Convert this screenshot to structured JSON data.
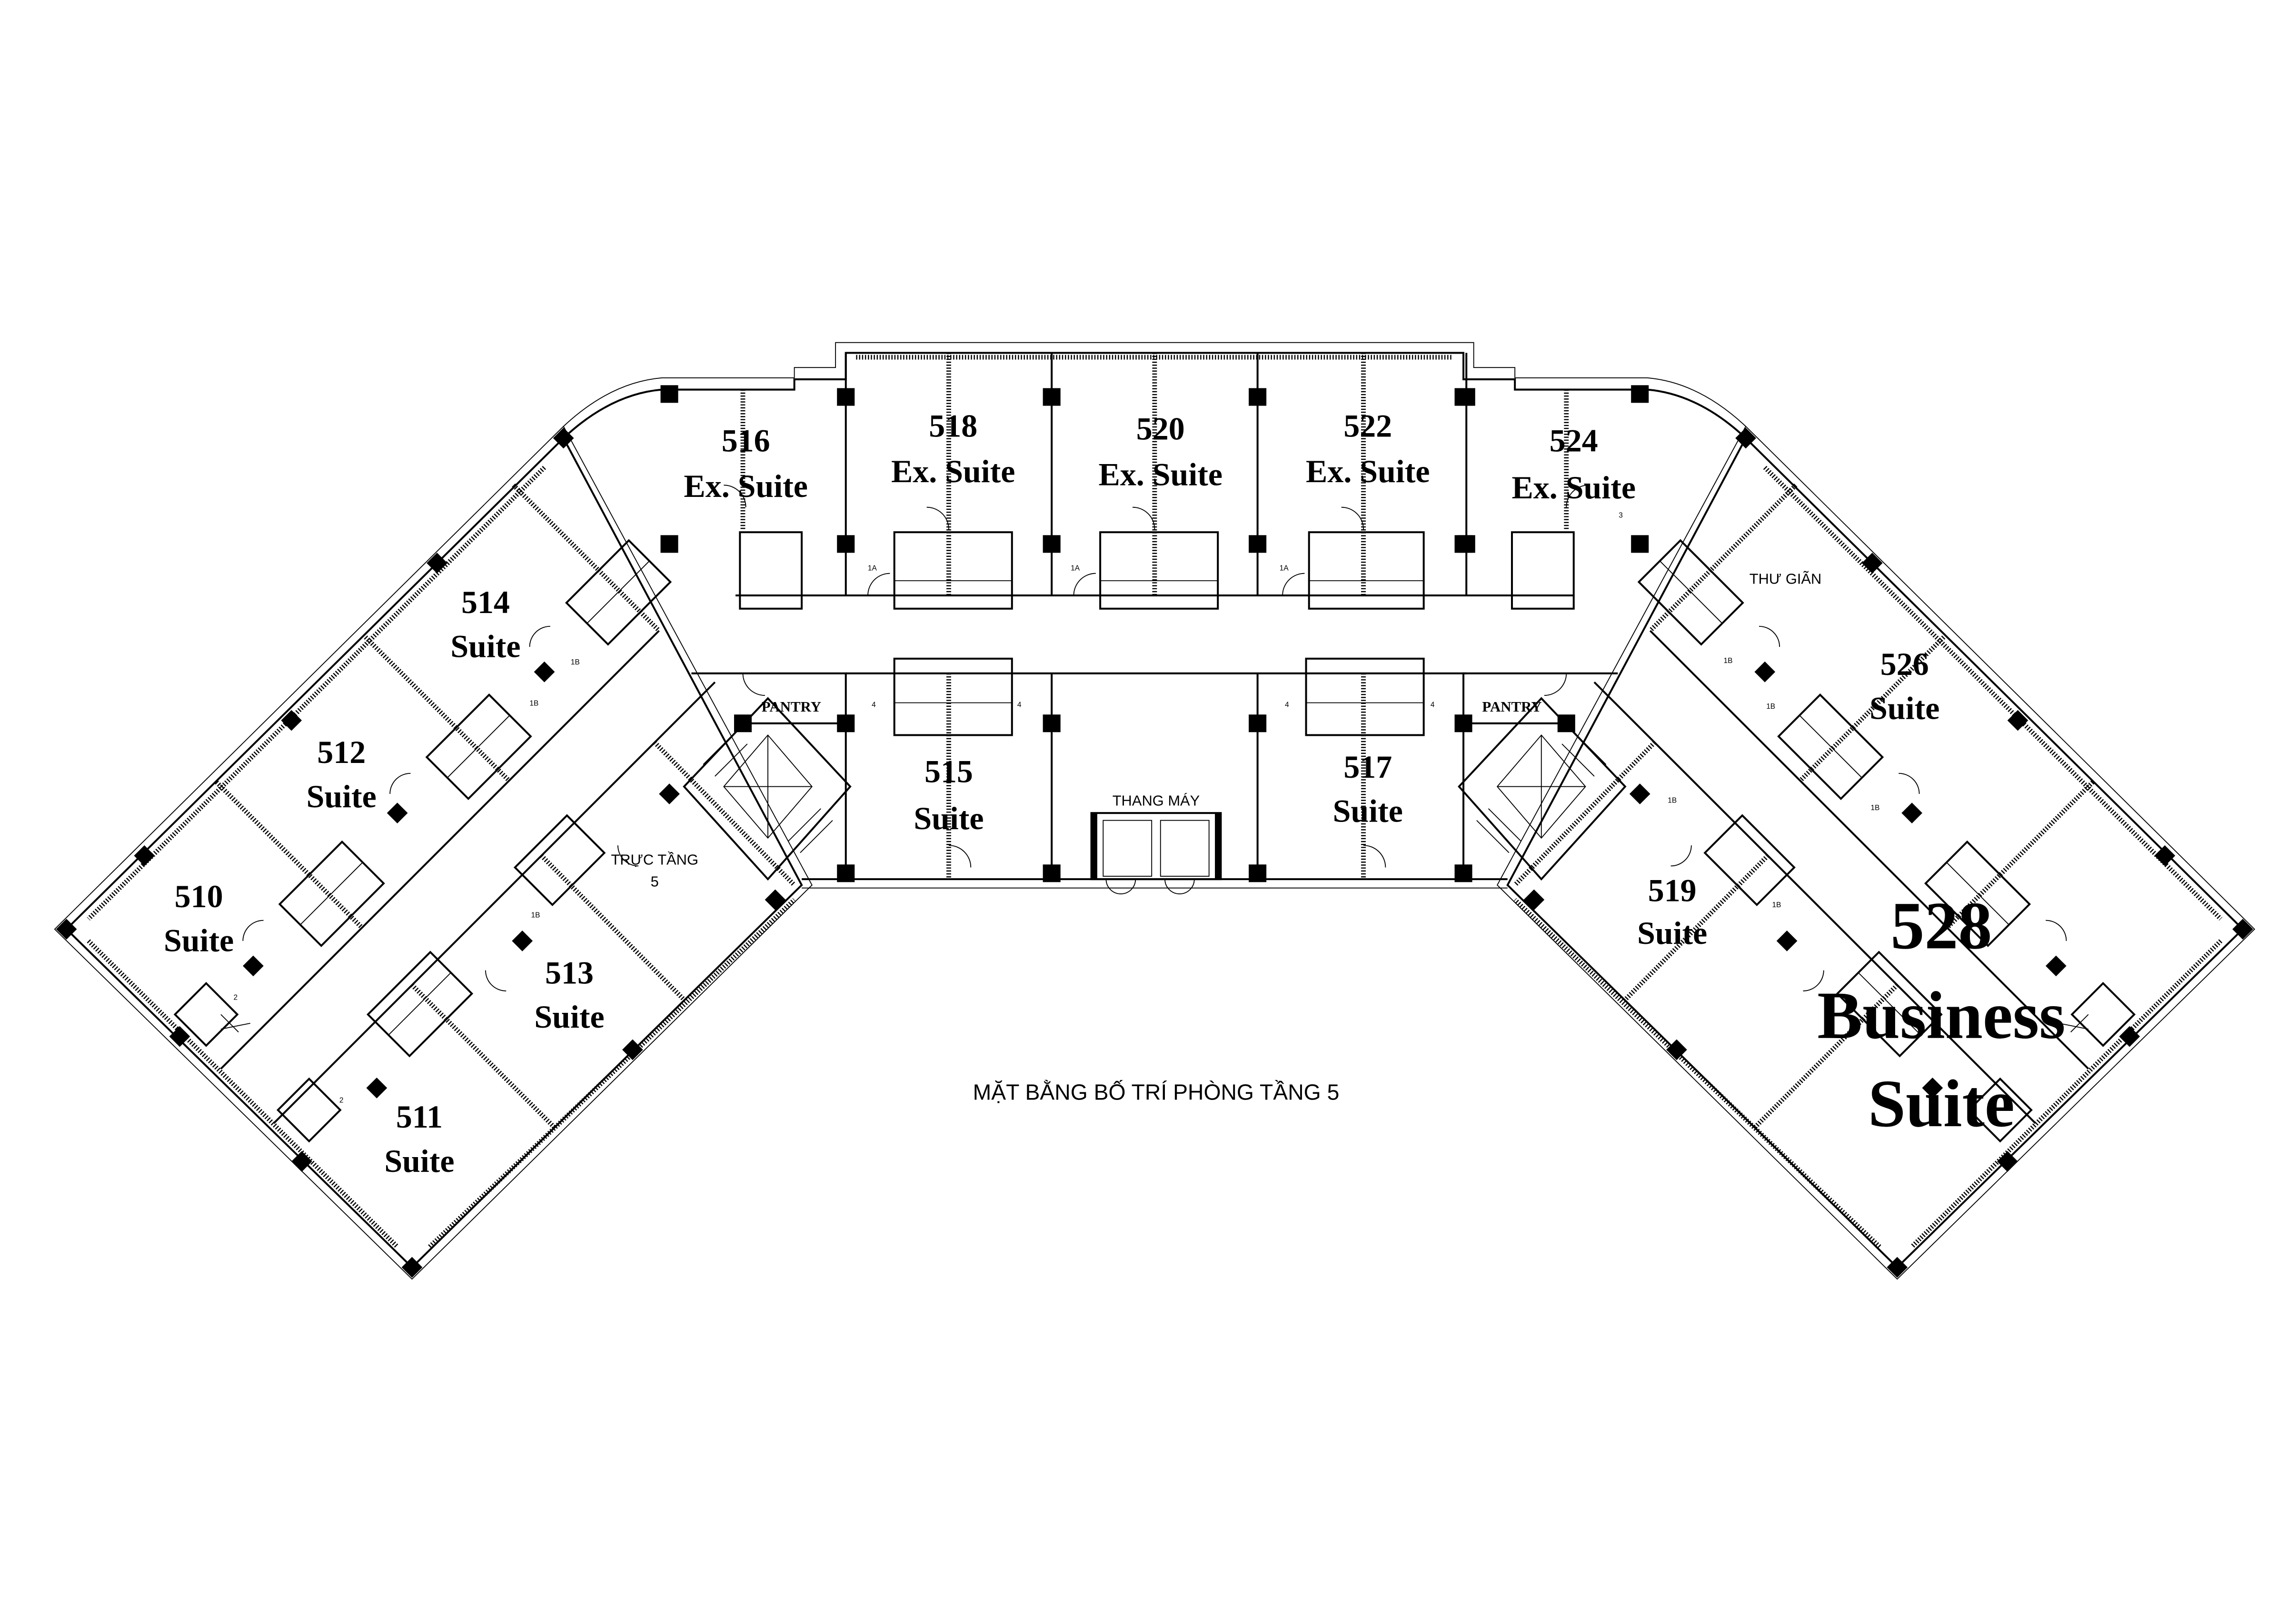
{
  "title": "MẶT BẰNG BỐ TRÍ PHÒNG TẦNG 5",
  "rooms": {
    "r516": {
      "number": "516",
      "type": "Ex. Suite"
    },
    "r518": {
      "number": "518",
      "type": "Ex. Suite"
    },
    "r520": {
      "number": "520",
      "type": "Ex. Suite"
    },
    "r522": {
      "number": "522",
      "type": "Ex. Suite"
    },
    "r524": {
      "number": "524",
      "type": "Ex. Suite"
    },
    "r514": {
      "number": "514",
      "type": "Suite"
    },
    "r512": {
      "number": "512",
      "type": "Suite"
    },
    "r510": {
      "number": "510",
      "type": "Suite"
    },
    "r511": {
      "number": "511",
      "type": "Suite"
    },
    "r513": {
      "number": "513",
      "type": "Suite"
    },
    "r515": {
      "number": "515",
      "type": "Suite"
    },
    "r517": {
      "number": "517",
      "type": "Suite"
    },
    "r519": {
      "number": "519",
      "type": "Suite"
    },
    "r526": {
      "number": "526",
      "type": "Suite"
    },
    "r528": {
      "number": "528",
      "type1": "Business",
      "type2": "Suite"
    }
  },
  "areas": {
    "pantry_left": "PANTRY",
    "pantry_right": "PANTRY",
    "elevator": "THANG MÁY",
    "floor_duty": "TRỰC TẦNG",
    "floor_duty_num": "5",
    "relax": "THƯ GIÃN"
  },
  "tags": [
    "1A",
    "1A",
    "1A",
    "1B",
    "1B",
    "1B",
    "1B",
    "1B",
    "1B",
    "1B",
    "1B",
    "4",
    "4",
    "4",
    "4",
    "2",
    "2",
    "3"
  ]
}
